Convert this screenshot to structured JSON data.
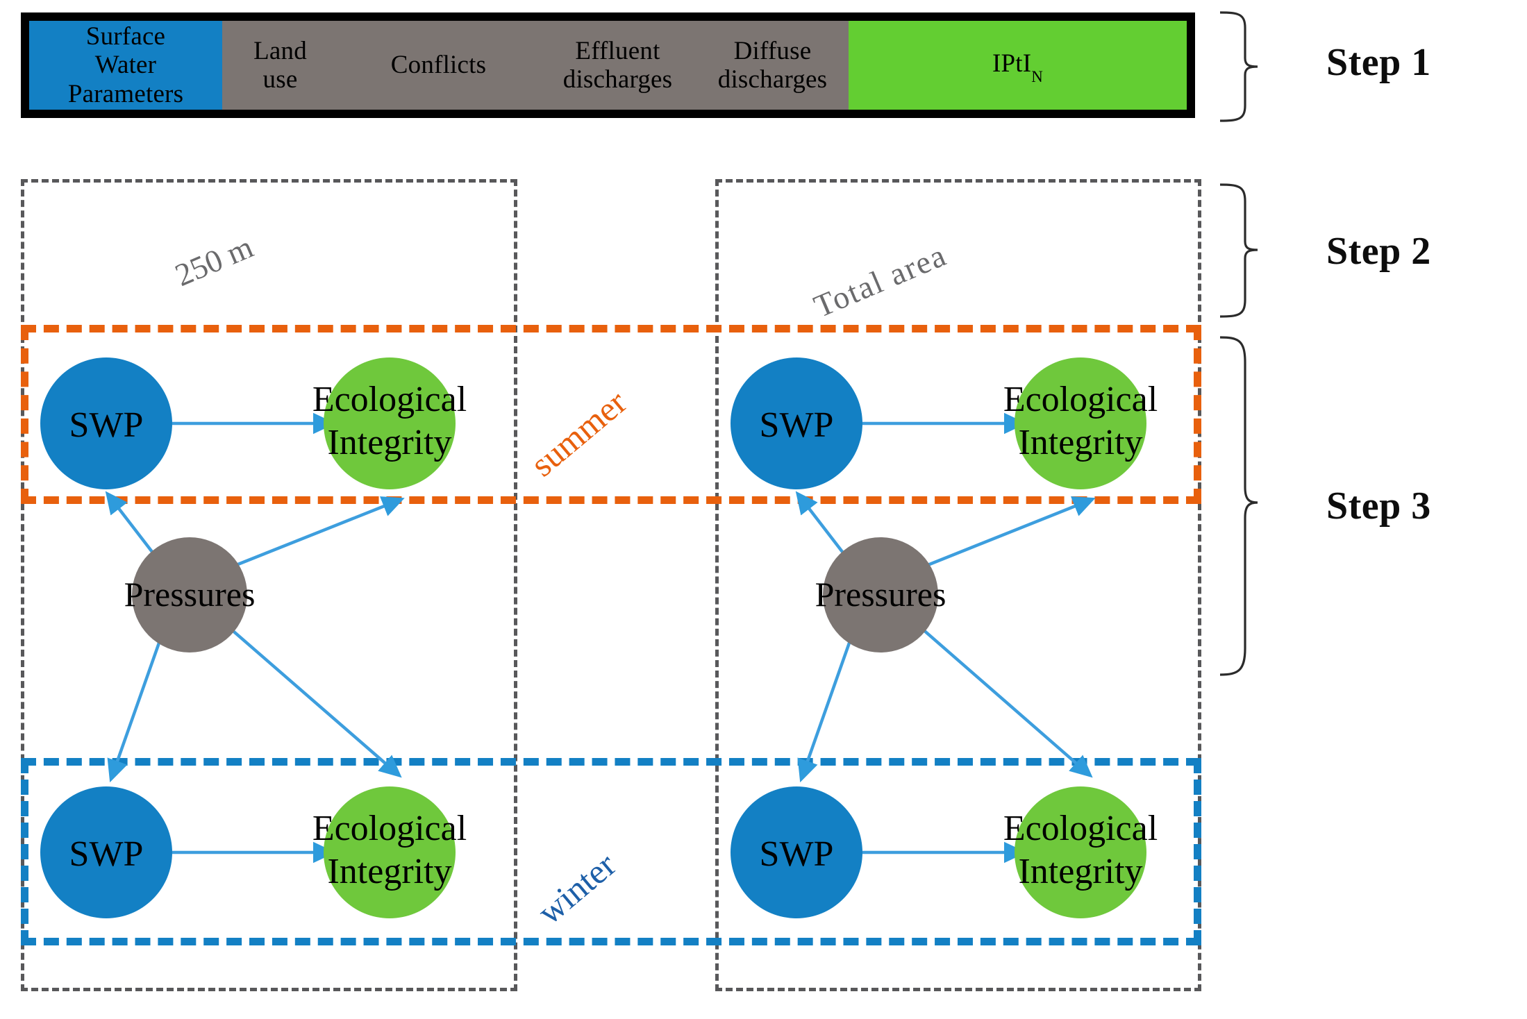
{
  "header": {
    "cells": [
      {
        "label_line1": "Surface",
        "label_line2": "Water",
        "label_line3": "Parameters",
        "color": "#1380c4",
        "name": "surface-water-parameters"
      },
      {
        "label_line1": "Land",
        "label_line2": "use",
        "color": "#7c7572",
        "name": "land-use"
      },
      {
        "label_line1": "Conflicts",
        "color": "#7c7572",
        "name": "conflicts"
      },
      {
        "label_line1": "Effluent",
        "label_line2": "discharges",
        "color": "#7c7572",
        "name": "effluent-discharges"
      },
      {
        "label_line1": "Diffuse",
        "label_line2": "discharges",
        "color": "#7c7572",
        "name": "diffuse-discharges"
      },
      {
        "label_base": "IPtI",
        "label_sub": "N",
        "color": "#63ce32",
        "name": "ipti-n"
      }
    ],
    "frame_color": "#000000"
  },
  "steps": [
    {
      "label": "Step 1"
    },
    {
      "label": "Step 2"
    },
    {
      "label": "Step 3"
    }
  ],
  "scopes": [
    {
      "label": "250 m",
      "name": "scope-250m"
    },
    {
      "label": "Total area",
      "name": "scope-total-area"
    }
  ],
  "seasons": [
    {
      "label": "summer",
      "color": "#e8600d"
    },
    {
      "label": "winter",
      "color": "#1d5fa8"
    }
  ],
  "nodes": {
    "swp": "SWP",
    "eco_line1": "Ecological",
    "eco_line2": "Integrity",
    "pressures": "Pressures"
  },
  "colors": {
    "swp_blue": "#1380c4",
    "eco_green": "#6fc83c",
    "pressures_gray": "#7c7572",
    "arrow_blue": "#2e9bdc",
    "panel_dash_gray": "#58585a",
    "summer_orange": "#e8600d",
    "winter_blue": "#1380c4",
    "ipti_green": "#63ce32"
  }
}
